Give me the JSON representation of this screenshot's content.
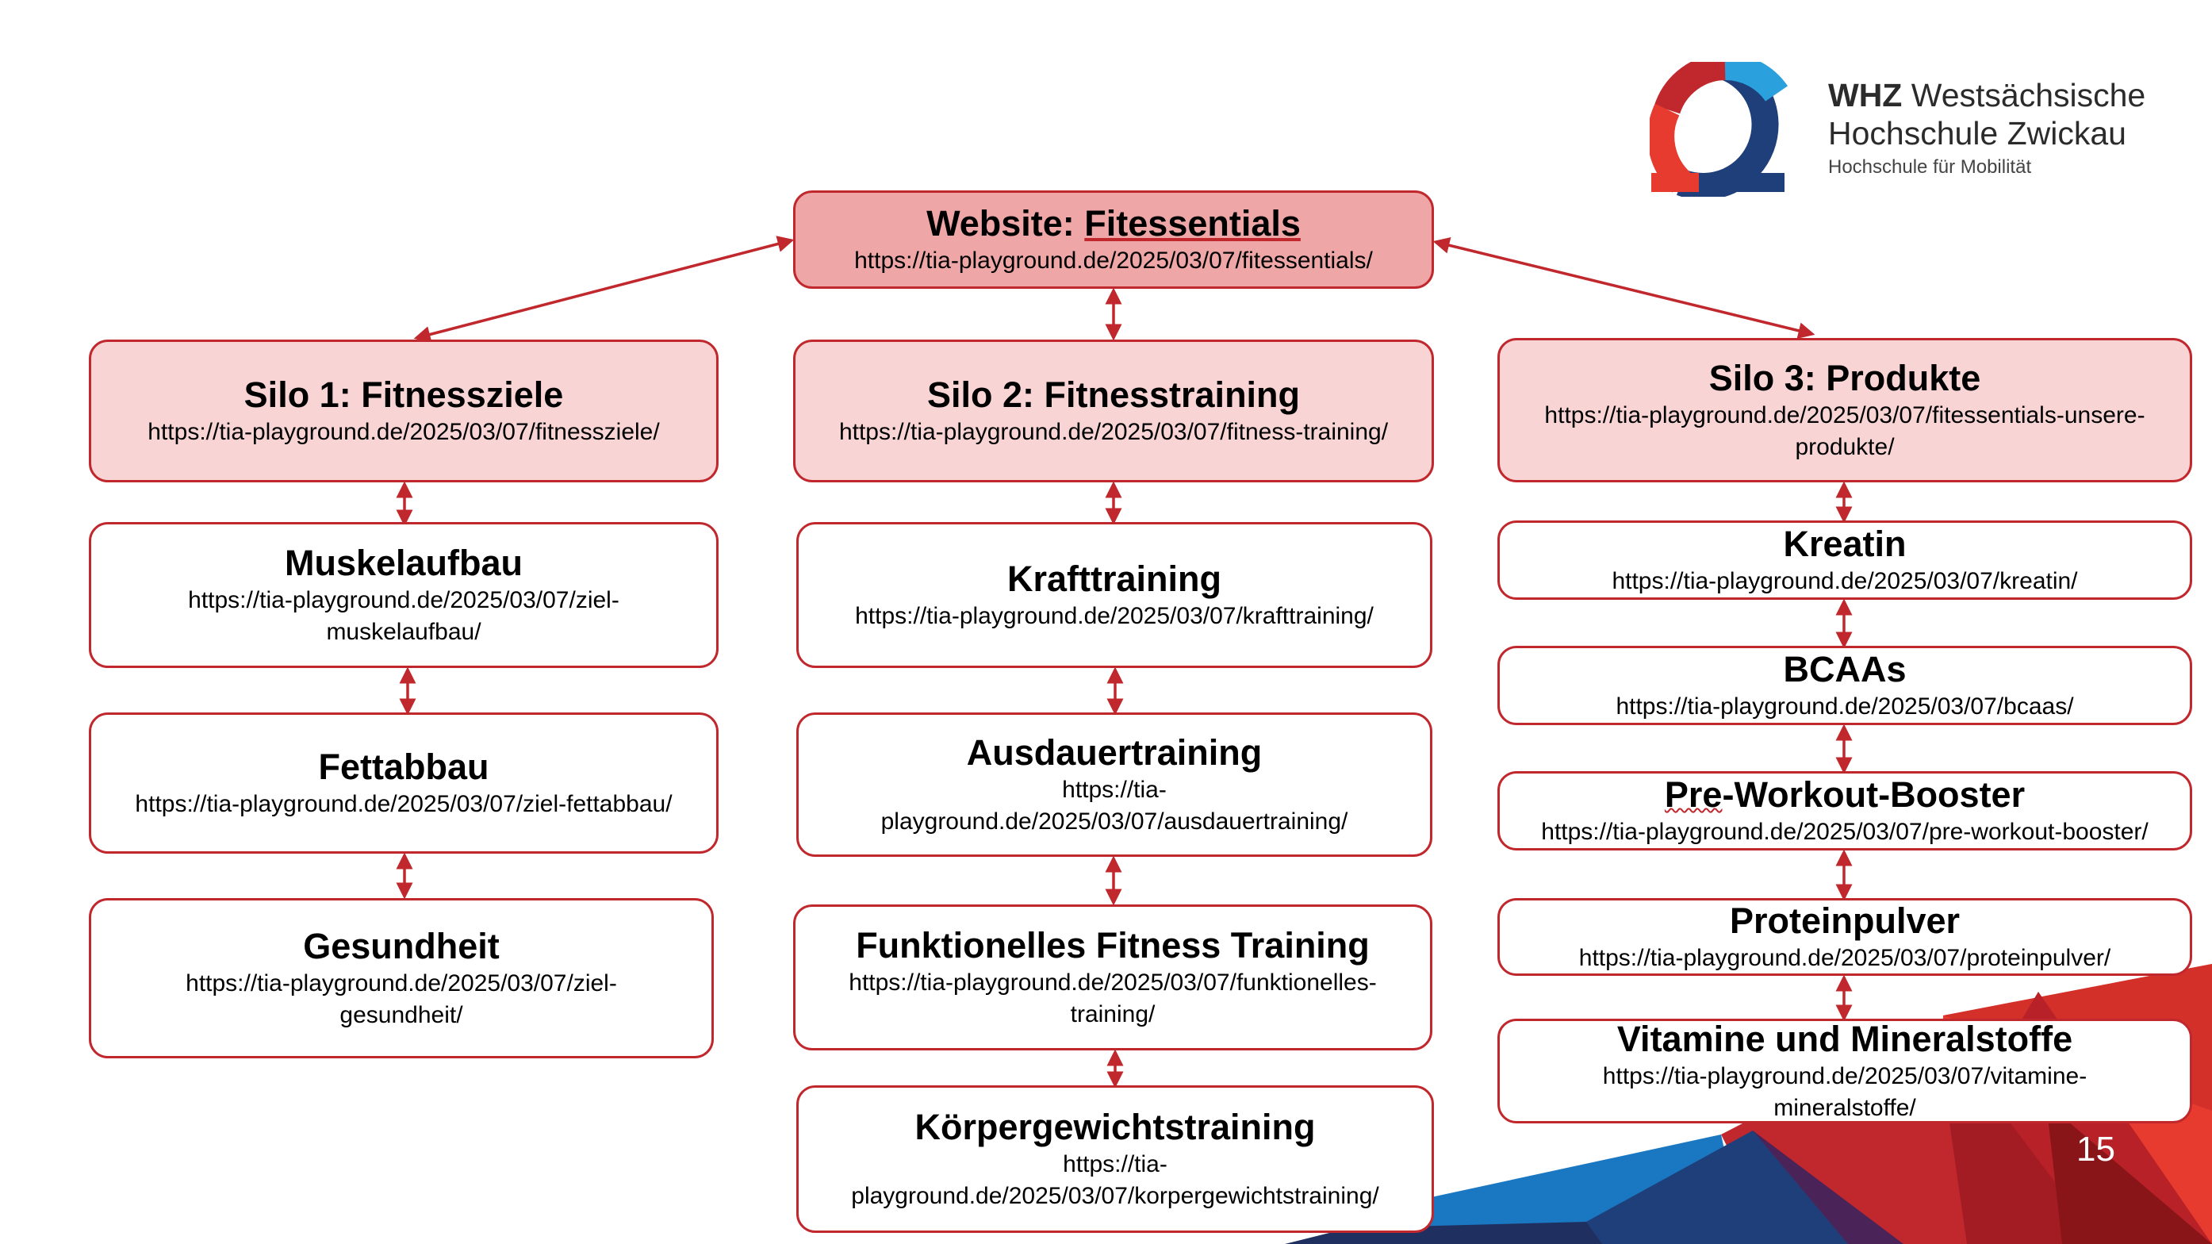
{
  "header": {
    "logo": {
      "abbr": "WHZ",
      "line1_rest": "Westsächsische",
      "line2": "Hochschule Zwickau",
      "line3": "Hochschule für Mobilität",
      "colors": [
        "#c0282d",
        "#e63b2e",
        "#1f3f7a",
        "#2aa0dc"
      ]
    },
    "page_number": "15"
  },
  "diagram": {
    "root": {
      "title_prefix": "Website: ",
      "title_main": "Fitessentials",
      "url": "https://tia-playground.de/2025/03/07/fitessentials/"
    },
    "silos": [
      {
        "title": "Silo 1: Fitnessziele",
        "url": "https://tia-playground.de/2025/03/07/fitnessziele/",
        "items": [
          {
            "title": "Muskelaufbau",
            "url_lines": [
              "https://tia-playground.de/2025/03/07/ziel-",
              "muskelaufbau/"
            ]
          },
          {
            "title": "Fettabbau",
            "url_lines": [
              "https://tia-playground.de/2025/03/07/ziel-fettabbau/",
              ""
            ]
          },
          {
            "title": "Gesundheit",
            "url_lines": [
              "https://tia-playground.de/2025/03/07/ziel-",
              "gesundheit/"
            ]
          }
        ]
      },
      {
        "title": "Silo 2: Fitnesstraining",
        "url": "https://tia-playground.de/2025/03/07/fitness-training/",
        "items": [
          {
            "title": "Krafttraining",
            "url_lines": [
              "https://tia-playground.de/2025/03/07/krafttraining/",
              ""
            ]
          },
          {
            "title": "Ausdauertraining",
            "url_lines": [
              "https://tia-",
              "playground.de/2025/03/07/ausdauertraining/"
            ]
          },
          {
            "title": "Funktionelles Fitness Training",
            "url_lines": [
              "https://tia-playground.de/2025/03/07/funktionelles-",
              "training/"
            ]
          },
          {
            "title": "Körpergewichtstraining",
            "url_lines": [
              "https://tia-",
              "playground.de/2025/03/07/korpergewichtstraining/"
            ]
          }
        ]
      },
      {
        "title": "Silo 3: Produkte",
        "url_lines": [
          "https://tia-playground.de/2025/03/07/fitessentials-unsere-",
          "produkte/"
        ],
        "items": [
          {
            "title": "Kreatin",
            "url_lines": [
              "https://tia-playground.de/2025/03/07/kreatin/",
              ""
            ]
          },
          {
            "title": "BCAAs",
            "url_lines": [
              "https://tia-playground.de/2025/03/07/bcaas/",
              ""
            ]
          },
          {
            "title": "Pre-Workout-Booster",
            "title_pre": "Pre",
            "title_rest": "-Workout-Booster",
            "url_lines": [
              "https://tia-playground.de/2025/03/07/pre-workout-booster/",
              ""
            ]
          },
          {
            "title": "Proteinpulver",
            "url_lines": [
              "https://tia-playground.de/2025/03/07/proteinpulver/",
              ""
            ]
          },
          {
            "title": "Vitamine und Mineralstoffe",
            "url_lines": [
              "https://tia-playground.de/2025/03/07/vitamine-",
              "mineralstoffe/"
            ]
          }
        ]
      }
    ],
    "connector_color": "#c0282d"
  }
}
